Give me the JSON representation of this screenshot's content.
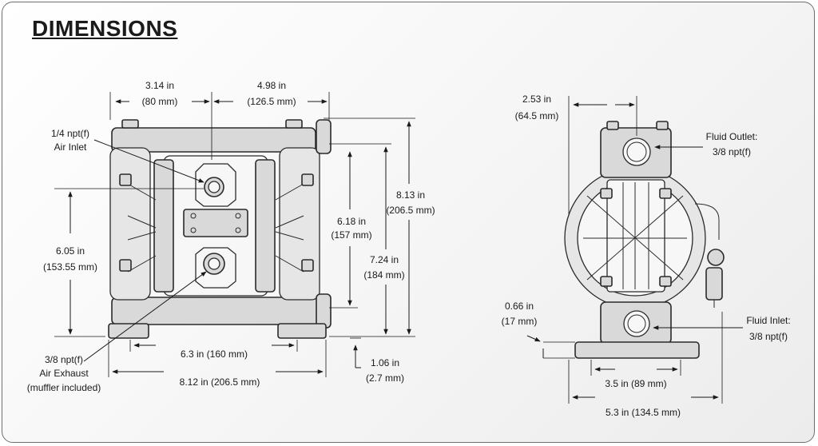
{
  "title": "DIMENSIONS",
  "front_view": {
    "width_top_left": {
      "in": "3.14 in",
      "mm": "(80 mm)"
    },
    "width_top_right": {
      "in": "4.98 in",
      "mm": "(126.5 mm)"
    },
    "air_inlet": {
      "line1": "1/4 npt(f)",
      "line2": "Air Inlet"
    },
    "height_left": {
      "in": "6.05 in",
      "mm": "(153.55 mm)"
    },
    "height_port": {
      "in": "6.18 in",
      "mm": "(157 mm)"
    },
    "height_mid": {
      "in": "7.24 in",
      "mm": "(184 mm)"
    },
    "height_total": {
      "in": "8.13 in",
      "mm": "(206.5 mm)"
    },
    "air_exhaust": {
      "line1": "3/8 npt(f)",
      "line2": "Air Exhaust",
      "line3": "(muffler included)"
    },
    "base_width": "6.3 in (160 mm)",
    "total_width": "8.12 in (206.5 mm)",
    "base_height": {
      "in": "1.06 in",
      "mm": "(2.7 mm)"
    }
  },
  "side_view": {
    "outlet_offset": {
      "in": "2.53 in",
      "mm": "(64.5 mm)"
    },
    "fluid_outlet": {
      "line1": "Fluid Outlet:",
      "line2": "3/8 npt(f)"
    },
    "base_thickness": {
      "in": "0.66 in",
      "mm": "(17 mm)"
    },
    "fluid_inlet": {
      "line1": "Fluid Inlet:",
      "line2": "3/8 npt(f)"
    },
    "foot_width": "3.5 in (89 mm)",
    "total_depth": "5.3 in (134.5 mm)"
  }
}
